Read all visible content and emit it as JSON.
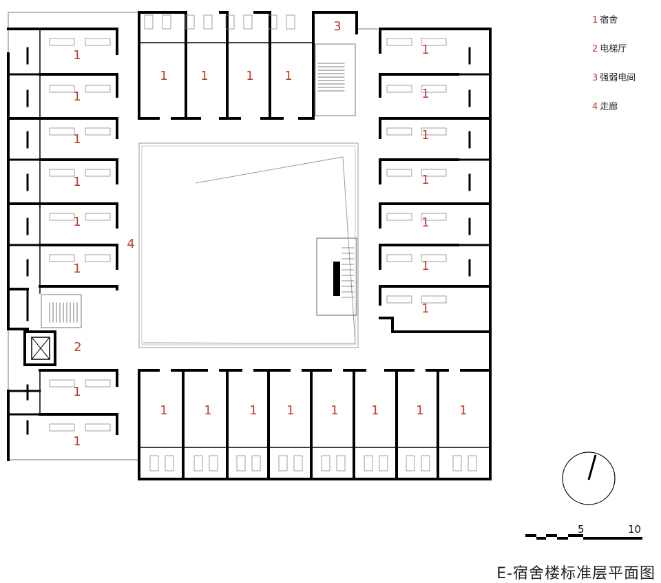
{
  "legend": [
    {
      "num": "1",
      "label": "宿舍"
    },
    {
      "num": "2",
      "label": "电梯厅"
    },
    {
      "num": "3",
      "label": "强弱电间"
    },
    {
      "num": "4",
      "label": "走廊"
    }
  ],
  "room_labels": {
    "dorm": "1",
    "elevator_hall": "2",
    "electrical_room": "3",
    "corridor": "4"
  },
  "scale_bar": {
    "mid": "5",
    "end": "10"
  },
  "caption": "E-宿舍楼标准层平面图"
}
